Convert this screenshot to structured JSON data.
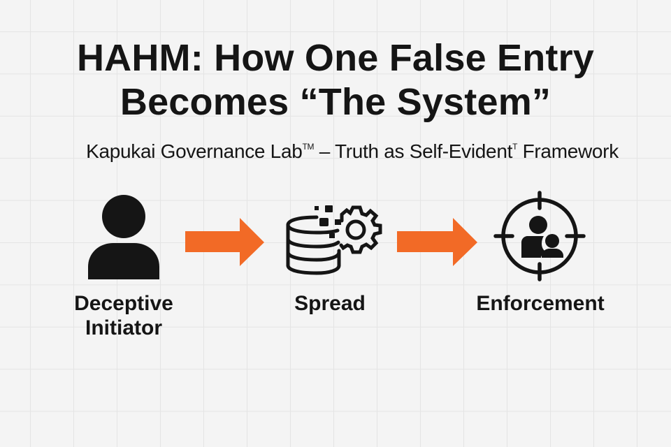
{
  "title": {
    "line1": "HAHM: How One False Entry",
    "line2": "Becomes “The System”"
  },
  "subtitle": {
    "prefix": "Kapukai Governance Lab",
    "tm": "TM",
    "middle": " – Truth as Self-Evident",
    "mark": "T",
    "suffix": " Framework"
  },
  "colors": {
    "arrow": "#F26A26",
    "icon": "#151515",
    "background": "#F4F4F4",
    "grid": "#E4E4E4"
  },
  "flow": {
    "steps": [
      {
        "icon": "person-icon",
        "label_line1": "Deceptive",
        "label_line2": "Initiator"
      },
      {
        "icon": "database-gear-icon",
        "label_line1": "Spread"
      },
      {
        "icon": "target-people-icon",
        "label_line1": "Enforcement"
      }
    ],
    "connectors": [
      {
        "icon": "arrow-right-icon"
      },
      {
        "icon": "arrow-right-icon"
      }
    ]
  }
}
